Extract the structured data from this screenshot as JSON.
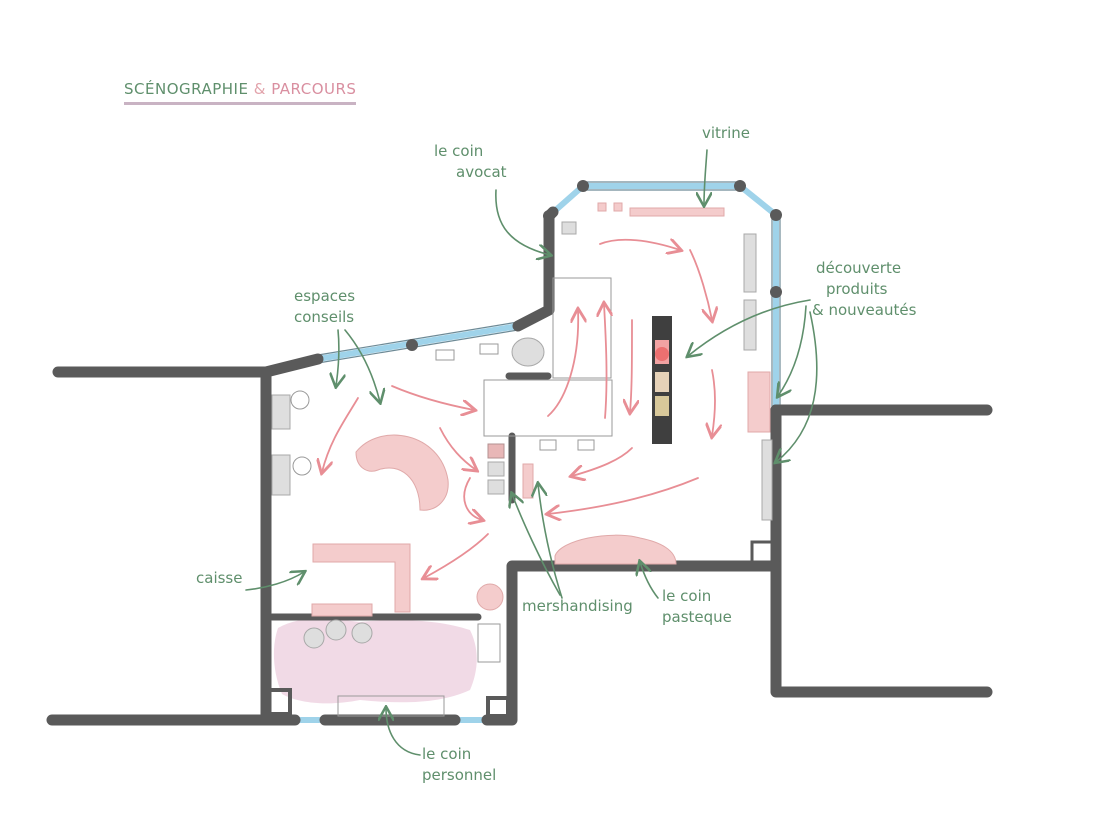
{
  "title": {
    "part1": "SCÉNOGRAPHIE",
    "ampersand": "&",
    "part2": "PARCOURS"
  },
  "labels": {
    "coin_avocat": {
      "line1": "le coin",
      "line2": "avocat"
    },
    "vitrine": "vitrine",
    "espaces_conseils": {
      "line1": "espaces",
      "line2": "conseils"
    },
    "decouverte": {
      "line1": "découverte",
      "line2": "produits",
      "line3": "& nouveautés"
    },
    "caisse": "caisse",
    "merchandising": "mershandising",
    "coin_pasteque": {
      "line1": "le coin",
      "line2": "pasteque"
    },
    "coin_personnel": {
      "line1": "le coin",
      "line2": "personnel"
    }
  },
  "colors": {
    "wall": "#5a5a5a",
    "window": "#9fd3ea",
    "annotation": "#5f8f6c",
    "flow_arrows": "#e88e95",
    "furniture": "#f4cccc",
    "staff_zone": "#efd3e2",
    "title_underline": "#c9b3c3"
  }
}
